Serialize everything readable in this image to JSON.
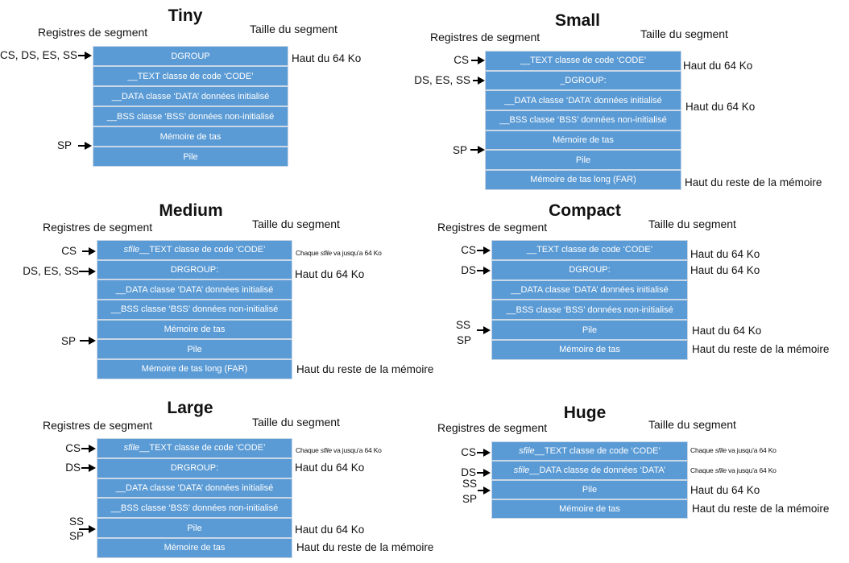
{
  "common": {
    "registers_header": "Registres de segment",
    "size_header": "Taille du segment"
  },
  "models": {
    "tiny": {
      "title": "Tiny",
      "rows": [
        "DGROUP",
        "__TEXT classe de code  ‘CODE’",
        "__DATA classe ‘DATA’ données initialisé",
        "__BSS classe ‘BSS’ données non-initialisé",
        "Mémoire de tas",
        "Pile"
      ],
      "registers": [
        {
          "label": "CS, DS, ES, SS"
        },
        {
          "label": "SP"
        }
      ],
      "sizes": [
        {
          "text": "Haut du 64 Ko"
        }
      ]
    },
    "small": {
      "title": "Small",
      "rows": [
        "__TEXT classe de code ‘CODE’",
        "_DGROUP:",
        "__DATA classe ‘DATA’ données initialisé",
        "__BSS classe ‘BSS’ données non-initialisé",
        "Mémoire de tas",
        "Pile",
        "Mémoire de tas long (FAR)"
      ],
      "registers": [
        {
          "label": "CS"
        },
        {
          "label": "DS, ES, SS"
        },
        {
          "label": "SP"
        }
      ],
      "sizes": [
        {
          "text": "Haut du 64 Ko"
        },
        {
          "text": "Haut du 64 Ko"
        },
        {
          "text": "Haut du reste de la mémoire"
        }
      ]
    },
    "medium": {
      "title": "Medium",
      "rows": [
        {
          "prefix": "sfile",
          "text": "__TEXT classe de code ‘CODE’"
        },
        {
          "text": "DRGROUP:"
        },
        {
          "text": "__DATA classe ‘DATA’ données initialisé"
        },
        {
          "text": "__BSS classe ‘BSS’ données non-initialisé"
        },
        {
          "text": "Mémoire de tas"
        },
        {
          "text": "Pile"
        },
        {
          "text": "Mémoire de tas long (FAR)"
        }
      ],
      "registers": [
        {
          "label": "CS"
        },
        {
          "label": "DS, ES, SS"
        },
        {
          "label": "SP"
        }
      ],
      "sizes": [
        {
          "before": "Chaque ",
          "em": "sfile",
          "after": " va jusqu’a 64 Ko"
        },
        {
          "text": "Haut du 64 Ko"
        },
        {
          "text": "Haut du reste de la mémoire"
        }
      ]
    },
    "compact": {
      "title": "Compact",
      "rows": [
        "__TEXT classe de code  ‘CODE’",
        "DGROUP:",
        "__DATA classe ‘DATA’ données initialisé",
        "__BSS classe ‘BSS’ données non-initialisé",
        "Pile",
        "Mémoire de tas"
      ],
      "registers": [
        {
          "label": "CS"
        },
        {
          "label": "DS"
        },
        {
          "label": "SS"
        },
        {
          "label": "SP"
        }
      ],
      "sizes": [
        {
          "text": "Haut du 64 Ko"
        },
        {
          "text": "Haut du 64 Ko"
        },
        {
          "text": "Haut du 64 Ko"
        },
        {
          "text": "Haut du reste de la mémoire"
        }
      ]
    },
    "large": {
      "title": "Large",
      "rows": [
        {
          "prefix": "sfile",
          "text": "__TEXT classe de code  ‘CODE’"
        },
        {
          "text": "DRGROUP:"
        },
        {
          "text": "__DATA classe ‘DATA’ données initialisé"
        },
        {
          "text": "__BSS classe ‘BSS’ données non-initialisé"
        },
        {
          "text": "Pile"
        },
        {
          "text": "Mémoire de tas"
        }
      ],
      "registers": [
        {
          "label": "CS"
        },
        {
          "label": "DS"
        },
        {
          "label": "SS"
        },
        {
          "label": "SP"
        }
      ],
      "sizes": [
        {
          "before": "Chaque ",
          "em": "sfile",
          "after": " va jusqu’a 64 Ko"
        },
        {
          "text": "Haut du 64 Ko"
        },
        {
          "text": "Haut du 64 Ko"
        },
        {
          "text": "Haut du reste de la mémoire"
        }
      ]
    },
    "huge": {
      "title": "Huge",
      "rows": [
        {
          "prefix": "sfile",
          "text": "__TEXT classe de code  ‘CODE’"
        },
        {
          "prefix": "sfile",
          "text": "__DATA classe de données ‘DATA’"
        },
        {
          "text": "Pile"
        },
        {
          "text": "Mémoire de tas"
        }
      ],
      "registers": [
        {
          "label": "CS"
        },
        {
          "label": "DS"
        },
        {
          "label": "SS"
        },
        {
          "label": "SP"
        }
      ],
      "sizes": [
        {
          "before": "Chaque ",
          "em": "sfile",
          "after": " va jusqu’a 64 Ko"
        },
        {
          "before": "Chaque ",
          "em": "sfile",
          "after": " va jusqu’a 64 Ko"
        },
        {
          "text": "Haut du 64 Ko"
        },
        {
          "text": "Haut du reste de la mémoire"
        }
      ]
    }
  }
}
